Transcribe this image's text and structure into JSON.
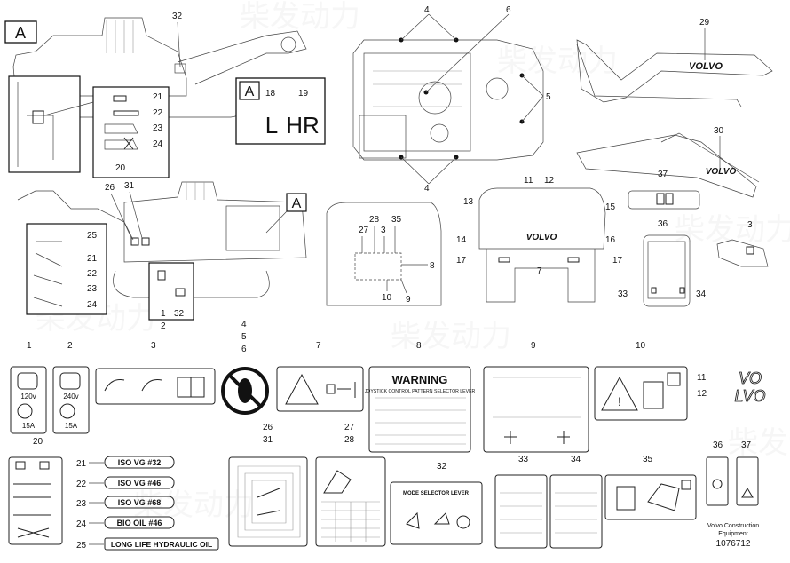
{
  "box_a_letter": "A",
  "callouts": {
    "c1": "1",
    "c2": "2",
    "c3": "3",
    "c4": "4",
    "c5": "5",
    "c6": "6",
    "c7": "7",
    "c8": "8",
    "c9": "9",
    "c10": "10",
    "c11": "11",
    "c12": "12",
    "c13": "13",
    "c14": "14",
    "c15": "15",
    "c16": "16",
    "c17": "17",
    "c18": "18",
    "c19": "19",
    "c20": "20",
    "c21": "21",
    "c22": "22",
    "c23": "23",
    "c24": "24",
    "c25": "25",
    "c26": "26",
    "c27": "27",
    "c28": "28",
    "c29": "29",
    "c30": "30",
    "c31": "31",
    "c32": "32",
    "c33": "33",
    "c34": "34",
    "c35": "35",
    "c36": "36",
    "c37": "37"
  },
  "decal_text": {
    "d1_voltage": "120v",
    "d1_amp": "15A",
    "d2_voltage": "240v",
    "d2_amp": "15A",
    "d8_warning": "WARNING",
    "d8_subtitle": "JOYSTICK CONTROL PATTERN SELECTOR LEVER",
    "d11_text": "VO",
    "d12_text": "LVO",
    "d18_text": "L",
    "d19_text": "HR",
    "d32_title": "MODE SELECTOR LEVER",
    "boom_logo": "VOLVO",
    "rear_logo": "VOLVO"
  },
  "oil_labels": [
    {
      "num": "21",
      "text": "ISO VG #32"
    },
    {
      "num": "22",
      "text": "ISO VG #46"
    },
    {
      "num": "23",
      "text": "ISO VG #68"
    },
    {
      "num": "24",
      "text": "BIO OIL #46"
    },
    {
      "num": "25",
      "text": "LONG LIFE HYDRAULIC OIL"
    }
  ],
  "footer": {
    "line1": "Volvo Construction",
    "line2": "Equipment",
    "code": "1076712"
  },
  "watermark": "柴发动力"
}
